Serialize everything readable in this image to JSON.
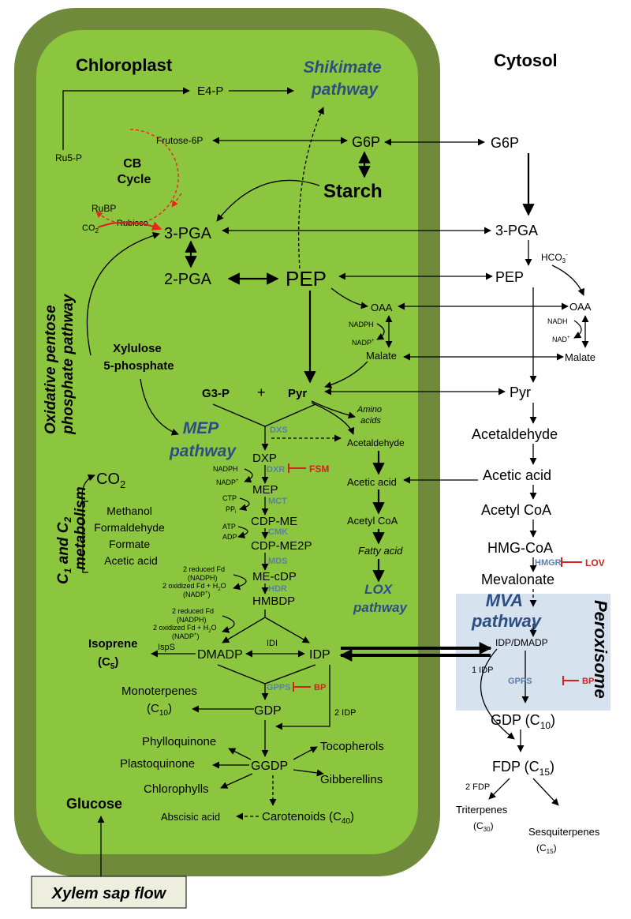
{
  "compartments": {
    "chloroplast": "Chloroplast",
    "cytosol": "Cytosol",
    "peroxisome": "Peroxisome",
    "oxidative_pentose": "Oxidative pentose phosphate pathway",
    "c1c2": "C1 and C2 metabolism"
  },
  "pathways": {
    "shikimate": [
      "Shikimate",
      "pathway"
    ],
    "mep": [
      "MEP",
      "pathway"
    ],
    "lox": [
      "LOX",
      "pathway"
    ],
    "mva": [
      "MVA",
      "pathway"
    ],
    "cb": [
      "CB",
      "Cycle"
    ]
  },
  "chloroplast": {
    "e4p": "E4-P",
    "frutose6p": "Frutose-6P",
    "ru5p": "Ru5-P",
    "rubp": "RuBP",
    "rubisco": "Rubisco",
    "co2": "CO",
    "g6p": "G6P",
    "starch": "Starch",
    "pga3": "3-PGA",
    "pga2": "2-PGA",
    "pep": "PEP",
    "xylulose": [
      "Xylulose",
      "5-phosphate"
    ],
    "oaa": "OAA",
    "nadph": "NADPH",
    "nadp": "NADP",
    "malate": "Malate",
    "g3p": "G3-P",
    "plus": "+",
    "pyr": "Pyr",
    "amino": [
      "Amino",
      "acids"
    ],
    "acetaldehyde": "Acetaldehyde",
    "acetic_acid": "Acetic acid",
    "acetyl_coa": "Acetyl CoA",
    "fatty_acid": "Fatty acid",
    "dxs": "DXS",
    "dxp": "DXP",
    "dxr": "DXR",
    "fsm": "FSM",
    "mep": "MEP",
    "mct": "MCT",
    "ctp": "CTP",
    "ppi": "PP",
    "cdpme": "CDP-ME",
    "cmk": "CMK",
    "atp": "ATP",
    "adp": "ADP",
    "cdpme2p": "CDP-ME2P",
    "mds": "MDS",
    "mecdp": "ME-cDP",
    "hdr": "HDR",
    "hmbdp": "HMBDP",
    "fd_reduced": "2 reduced Fd",
    "fd_nadph": "(NADPH)",
    "fd_oxidized": "2 oxidized Fd + H",
    "fd_nadp": "(NADP",
    "co2_big": "CO",
    "c1_list": [
      "Methanol",
      "Formaldehyde",
      "Formate",
      "Acetic acid"
    ],
    "isoprene": "Isoprene",
    "isps": "IspS",
    "dmadp": "DMADP",
    "idi": "IDI",
    "idp": "IDP",
    "gpps": "GPPS",
    "bp": "BP",
    "monoterpenes": "Monoterpenes",
    "gdp": "GDP",
    "idp2": "2 IDP",
    "phylloquinone": "Phylloquinone",
    "plastoquinone": "Plastoquinone",
    "chlorophylls": "Chlorophylls",
    "ggdp": "GGDP",
    "tocopherols": "Tocopherols",
    "gibberellins": "Gibberellins",
    "abscisic": "Abscisic acid",
    "carotenoids": "Carotenoids",
    "glucose": "Glucose"
  },
  "cytosol": {
    "g6p": "G6P",
    "pga3": "3-PGA",
    "hco3": "HCO",
    "pep": "PEP",
    "oaa": "OAA",
    "nadh": "NADH",
    "nad": "NAD",
    "malate": "Malate",
    "pyr": "Pyr",
    "acetaldehyde": "Acetaldehyde",
    "acetic_acid": "Acetic acid",
    "acetyl_coa": "Acetyl CoA",
    "hmgcoa": "HMG-CoA",
    "hmgr": "HMGR",
    "lov": "LOV",
    "mevalonate": "Mevalonate",
    "idpdmadp": "IDP/DMADP",
    "idp1": "1 IDP",
    "gpps": "GPPS",
    "bp": "BP",
    "gdp": "GDP (C",
    "fdp": "FDP (C",
    "fdp2": "2 FDP",
    "triterpenes": "Triterpenes",
    "sesquiterpenes": "Sesquiterpenes"
  },
  "xylem": "Xylem sap flow",
  "colors": {
    "outer_membrane": "#708a3c",
    "stroma": "#8cc63f",
    "peroxisome": "#d6e2ee",
    "enzyme": "#5b7fa8",
    "inhibitor": "#d42020",
    "pathway_label": "#2d4d85",
    "cycle_arrows": "#e8281c",
    "xylem_box": "#eeeede"
  }
}
